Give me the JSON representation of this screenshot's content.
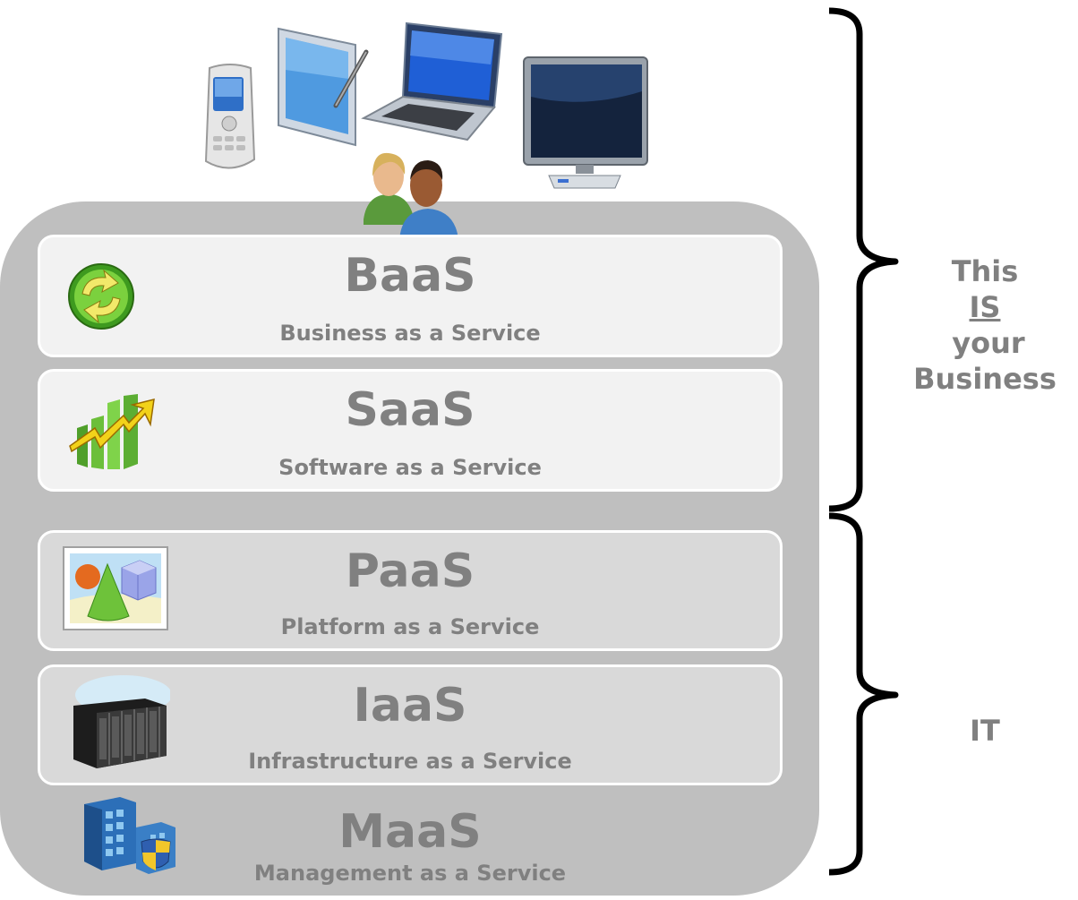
{
  "layers": [
    {
      "id": "baas",
      "title": "BaaS",
      "subtitle": "Business as a Service",
      "icon": "refresh-icon",
      "fill": "#f2f2f2"
    },
    {
      "id": "saas",
      "title": "SaaS",
      "subtitle": "Software as a Service",
      "icon": "growth-chart-icon",
      "fill": "#f2f2f2"
    },
    {
      "id": "paas",
      "title": "PaaS",
      "subtitle": "Platform as a Service",
      "icon": "shapes-picture-icon",
      "fill": "#d9d9d9"
    },
    {
      "id": "iaas",
      "title": "IaaS",
      "subtitle": "Infrastructure as a Service",
      "icon": "server-rack-icon",
      "fill": "#d9d9d9"
    },
    {
      "id": "maas",
      "title": "MaaS",
      "subtitle": "Management as a Service",
      "icon": "secure-building-icon",
      "fill": "none"
    }
  ],
  "right": {
    "business": {
      "line1": "This",
      "line2": "IS",
      "line3": "your",
      "line4": "Business"
    },
    "it": "IT"
  },
  "devices": [
    "mobile-phone-icon",
    "tablet-pc-icon",
    "laptop-icon",
    "monitor-icon",
    "users-icon"
  ],
  "colors": {
    "panel": "#bfbfbf",
    "text": "#808080",
    "light_box": "#f2f2f2",
    "dark_box": "#d9d9d9",
    "brace": "#000000"
  }
}
